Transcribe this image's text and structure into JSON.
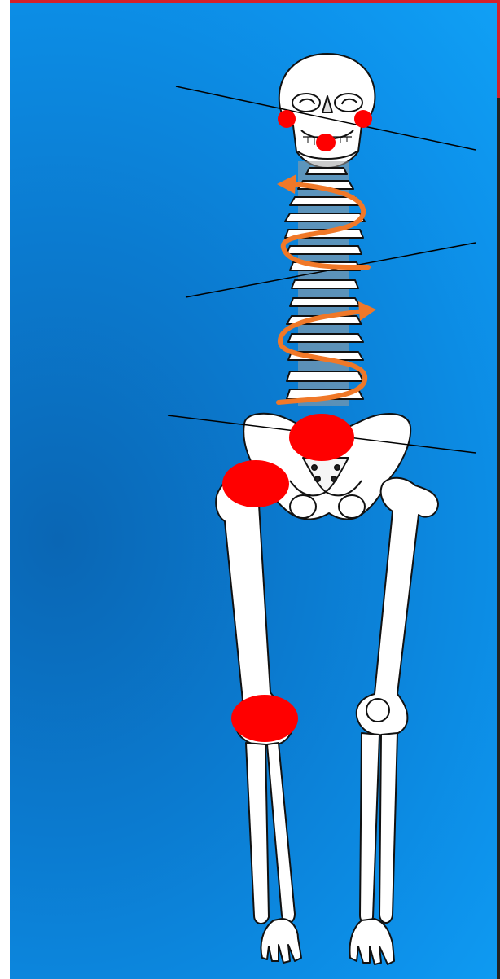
{
  "figure": {
    "subject": "skeleton-front-view",
    "colors": {
      "background": "#0b87e0",
      "bone": "#ffffff",
      "outline": "#111111",
      "pain_marker": "#ff0000",
      "twist_arrow": "#f07828",
      "tilt_line": "#000000"
    },
    "markers": [
      "jaw-left",
      "jaw-right",
      "chin",
      "sacrum",
      "right-hip",
      "right-knee"
    ],
    "tilt_lines": [
      "head-tilt",
      "shoulder-tilt",
      "pelvis-tilt"
    ],
    "twist_arrows": [
      "upper-spine-twist",
      "lower-spine-twist"
    ]
  }
}
